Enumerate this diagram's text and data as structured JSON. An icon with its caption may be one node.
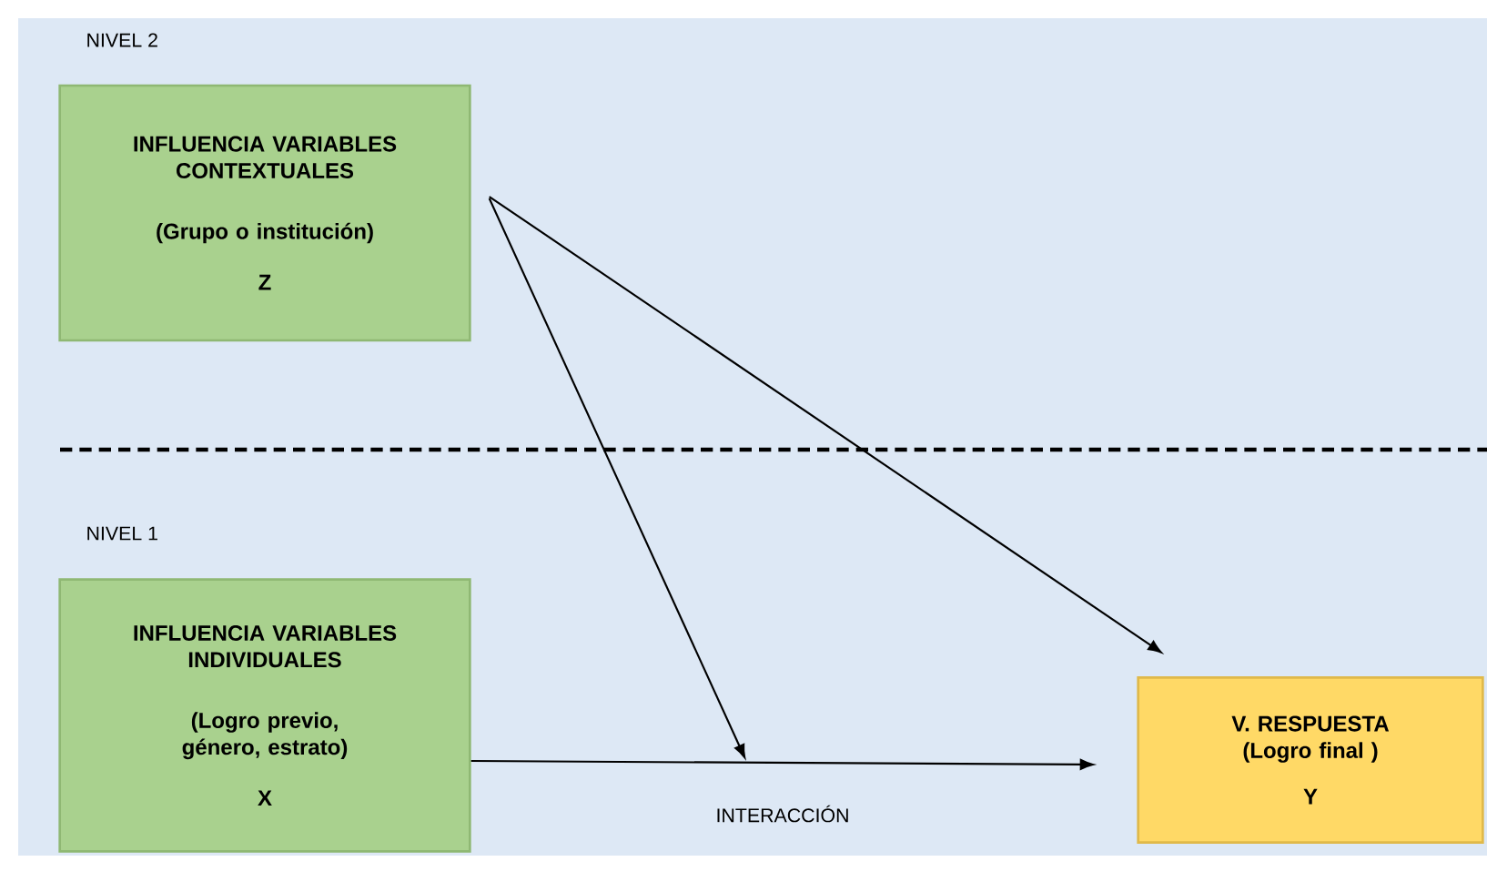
{
  "diagram": {
    "nodes": [
      {
        "text": [
          "INFLUENCIA VARIABLES CONTEXTUALES",
          "(Grupo o institución)",
          "Z"
        ]
      },
      {
        "text": [
          "INFLUENCIA VARIABLES INDIVIDUALES",
          "(Logro previo, género, estrato)",
          "X"
        ]
      },
      {
        "text": [
          "V. RESPUESTA",
          "(Logro final )",
          "Y"
        ]
      }
    ],
    "edges": [
      {
        "from": 0,
        "to": 2,
        "arrow": "to"
      },
      {
        "from": 0,
        "to": null,
        "arrow": "to"
      },
      {
        "from": 1,
        "to": 2,
        "arrow": "to",
        "label": "INTERACCIÓN"
      }
    ],
    "labels": [
      "NIVEL 2",
      "NIVEL 1"
    ]
  }
}
